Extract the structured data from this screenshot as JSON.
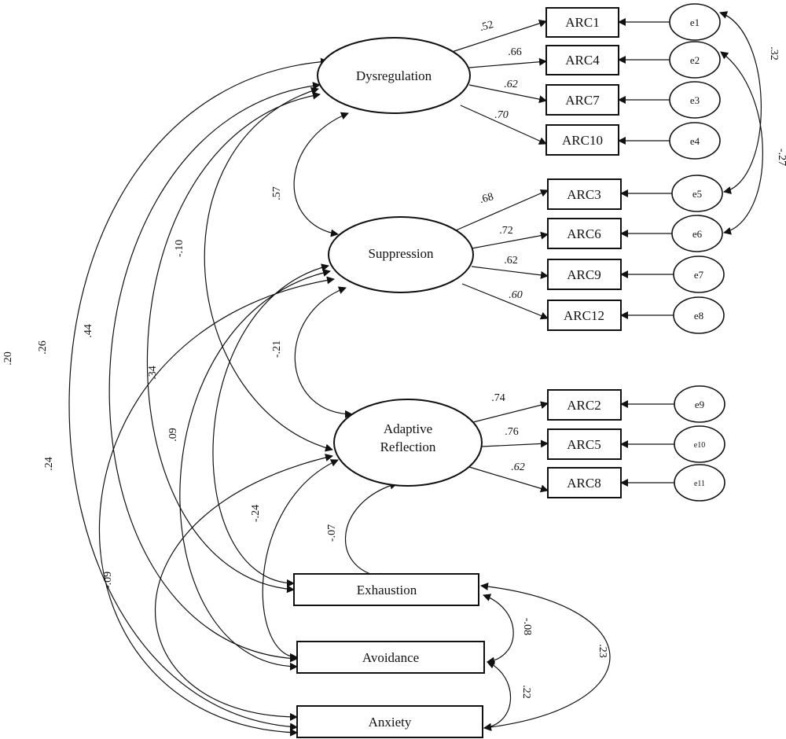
{
  "latents": [
    {
      "id": "dys",
      "label": "Dysregulation"
    },
    {
      "id": "sup",
      "label": "Suppression"
    },
    {
      "id": "ada",
      "label_line1": "Adaptive",
      "label_line2": "Reflection"
    }
  ],
  "indicators": {
    "arc1": "ARC1",
    "arc4": "ARC4",
    "arc7": "ARC7",
    "arc10": "ARC10",
    "arc3": "ARC3",
    "arc6": "ARC6",
    "arc9": "ARC9",
    "arc12": "ARC12",
    "arc2": "ARC2",
    "arc5": "ARC5",
    "arc8": "ARC8"
  },
  "errors": {
    "e1": "e1",
    "e2": "e2",
    "e3": "e3",
    "e4": "e4",
    "e5": "e5",
    "e6": "e6",
    "e7": "e7",
    "e8": "e8",
    "e9": "e9",
    "e10": "e10",
    "e11": "e11"
  },
  "outcomes": {
    "exhaustion": "Exhaustion",
    "avoidance": "Avoidance",
    "anxiety": "Anxiety"
  },
  "loadings": {
    "dys_arc1": ".52",
    "dys_arc4": ".66",
    "dys_arc7": ".62",
    "dys_arc10": ".70",
    "sup_arc3": ".68",
    "sup_arc6": ".72",
    "sup_arc9": ".62",
    "sup_arc12": ".60",
    "ada_arc2": ".74",
    "ada_arc5": ".76",
    "ada_arc8": ".62"
  },
  "correlations": {
    "dys_sup": ".57",
    "sup_ada": "-.21",
    "dys_ada": "-.10",
    "ada_exh": "-.07",
    "ada_avo": "-.24",
    "ada_anx": "-.09",
    "sup_exh": ".09",
    "sup_avo": ".34",
    "sup_anx": ".24",
    "dys_exh": ".44",
    "dys_avo": ".26",
    "dys_anx": ".20",
    "exh_avo": "-.08",
    "avo_anx": ".22",
    "exh_anx": ".23",
    "e1_e5": ".32",
    "e2_e6": "-.27"
  }
}
